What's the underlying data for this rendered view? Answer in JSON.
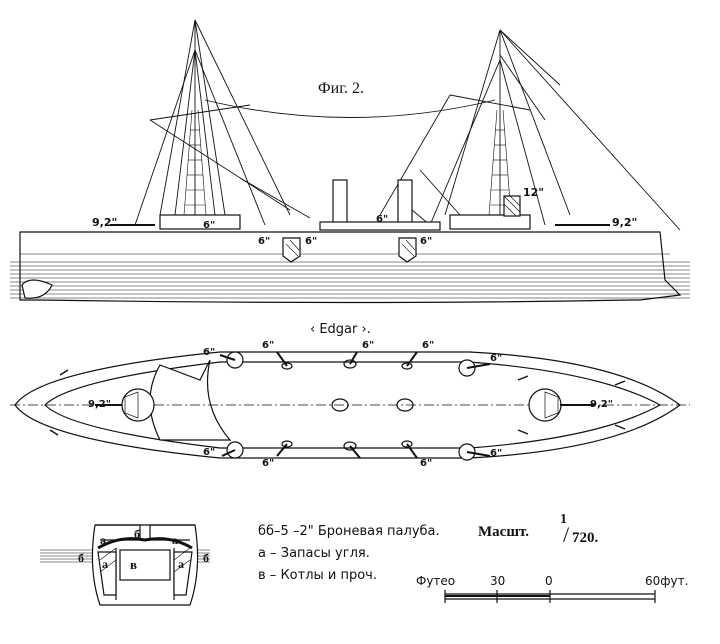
{
  "figure": {
    "title": "Фиг. 2.",
    "ship_name": "‹ Edgar ›."
  },
  "gun_labels": {
    "side_fore": "9,2\"",
    "side_aft": "9,2\"",
    "side_top": "12\"",
    "side_6a": "6\"",
    "side_6b": "6\"",
    "side_6c": "6\"",
    "side_6d": "6\"",
    "side_6e": "6\"",
    "plan_fore": "9,2\"",
    "plan_aft": "9,2\"",
    "plan_6_top1": "6\"",
    "plan_6_top2": "6\"",
    "plan_6_top3": "6\"",
    "plan_6_top4": "6\"",
    "plan_6_top5": "6\"",
    "plan_6_bot1": "6\"",
    "plan_6_bot2": "6\"",
    "plan_6_bot3": "6\"",
    "plan_6_bot4": "6\""
  },
  "section_letters": {
    "a": "а",
    "b": "б",
    "v": "в"
  },
  "legend": [
    {
      "key": "бб–5 –2\"",
      "text": "Броневая палуба."
    },
    {
      "key": "а –",
      "text": "Запасы угля."
    },
    {
      "key": "в –",
      "text": "Котлы и проч."
    }
  ],
  "scale": {
    "label": "Масшт.",
    "ratio_num": "1",
    "ratio_den": "720.",
    "ticks": [
      "Футео",
      "30",
      "0",
      "60фут."
    ]
  }
}
